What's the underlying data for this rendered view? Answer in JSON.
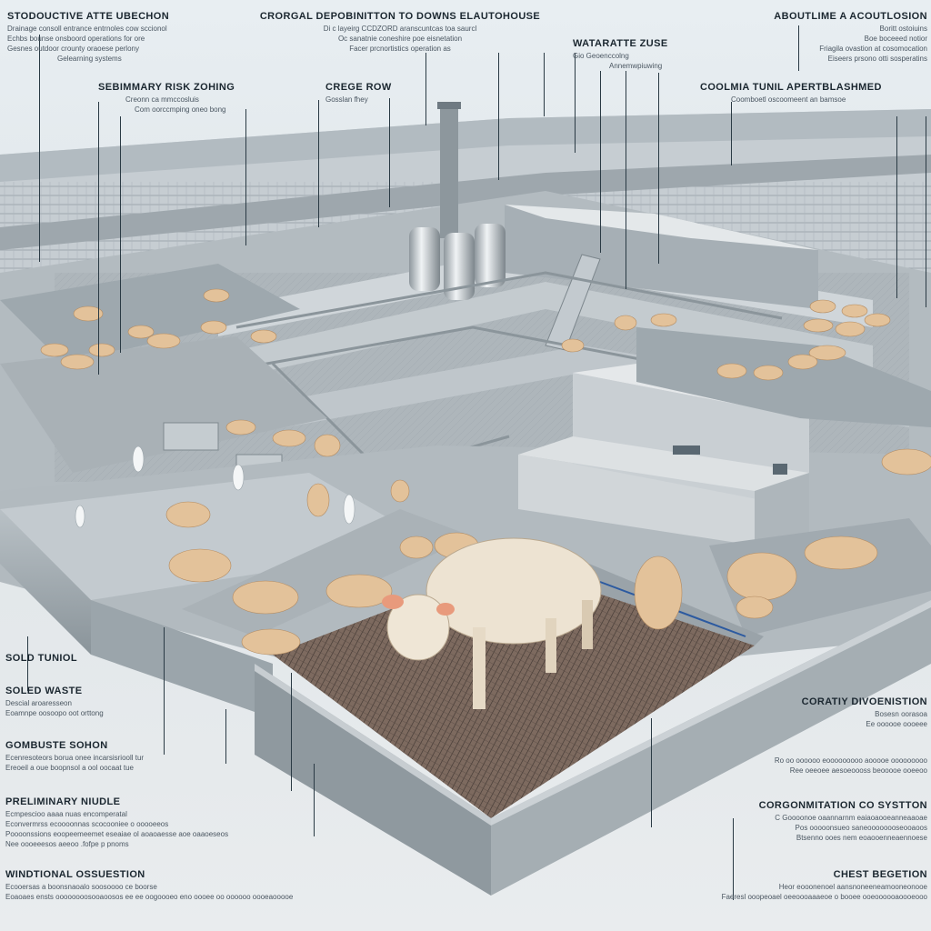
{
  "labels": {
    "top_left": {
      "title": "STODOUCTIVE ATTE UBECHON",
      "lines": [
        "Drainage consoll entrance entrnoles cow sccionol",
        "Echbs bounse onsboord operations for ore",
        "Gesnes outdoor crounty oraoese perlony",
        "Gelearning systems"
      ]
    },
    "top_center": {
      "title": "CRORGAL DEPOBINITTON TO DOWNS ELAUTOHOUSE",
      "lines": [
        "Di c layeirg CCDZORD aranscuntcas toa saurcl",
        "Oc sanatnie coneshire poe eisnetation",
        "Facer prcnortistics operation as"
      ]
    },
    "top_right": {
      "title": "ABOUTLIME A ACOUTLOSION",
      "lines": [
        "Boritt ostoiuins",
        "Boe boceeed notior",
        "Friagila ovastion at cosomocation",
        "Eiseers prsono otti sosperatins"
      ]
    },
    "water_zone": {
      "title": "WATARATTE ZUSE",
      "lines": [
        "Gio Geoenccolng",
        "Annemwpiuwing"
      ]
    },
    "sedimentary": {
      "title": "SEBIMMARY RISK ZOHING",
      "lines": [
        "Creonn ca mmccosluis",
        "Com oorccmping oneo bong"
      ]
    },
    "cage_row": {
      "title": "CREGE ROW",
      "lines": [
        "Gosslan fhey"
      ]
    },
    "cooling_tunnel": {
      "title": "COOLMIA TUNIL APERTBLASHMED",
      "lines": [
        "Coomboetl oscoomeent an bamsoe"
      ]
    },
    "sold_tunnel": {
      "title": "SOLD TUNIOL",
      "lines": []
    },
    "solid_waste": {
      "title": "SOLED WASTE",
      "lines": [
        "Descial aroaresseon",
        "Eoamnpe oosoopo oot orttong"
      ]
    },
    "combustion": {
      "title": "GOMBUSTE SOHON",
      "lines": [
        "Ecenresoteors borua onee incarsisriooll tur",
        "Ereoeil a oue boopnsol a ool oocaat tue"
      ]
    },
    "preliminary": {
      "title": "PRELIMINARY NIUDLE",
      "lines": [
        "Ecmpescioo aaaa nuas encomperatal",
        "Econvermrss ecoooonnas scocooniee o ooooeeos",
        "Poooonssions eoopeemeemet eseaiae ol aoaoaesse aoe oaaoeseos",
        "Nee oooeeesos aeeoo .fofpe p pnoms"
      ]
    },
    "operational": {
      "title": "WINDTIONAL OSSUESTION",
      "lines": [
        "Ecooersas a boonsnaoalo soosoooo ce boorse",
        "Eoaoaes ensts oooooooosooaoosos ee ee oogoooeo eno oooee oo oooooo oooeaooooe"
      ]
    },
    "county_disc": {
      "title": "CORATIY DIVOENISTION",
      "lines": [
        "Bosesn oorasoa",
        "Ee oooooe oooeee"
      ]
    },
    "mid_right": {
      "title": "",
      "lines": [
        "Ro oo oooooo eooooooooo aooooe ooooooooo",
        "Ree oeeoee aesoeoooss beooooe ooeeoo"
      ]
    },
    "condensation": {
      "title": "CORGONMITATION CO SYSTTON",
      "lines": [
        "C Goooonoe oaannarnm eaiaoaooeanneaaoae",
        "Pos ooooonsueo saneoooooooseooaoos",
        "Btsenno ooes nem eoaooenneaennoese"
      ]
    },
    "chest_section": {
      "title": "CHEST BEGETION",
      "lines": [
        "Heor eooonenoel aansnoneeneamooneonooe",
        "Faeresl ooopeoael oeeoooaaaeoe o booee ooeoooooaoooeooo"
      ]
    }
  },
  "colors": {
    "sky": "#e6ecf0",
    "ground": "#e3e7ea",
    "wall": "#9aa4ab",
    "wall_dark": "#6f7a82",
    "floor": "#b8bfc3",
    "grate": "#8a7a70",
    "steel": "#c9d0d5",
    "pipe": "#7c8890",
    "cattle": "#e8c9a0",
    "cattle_main": "#ede3d2",
    "roof": "#d4d9dc",
    "accent_blue": "#2c5aa0"
  }
}
